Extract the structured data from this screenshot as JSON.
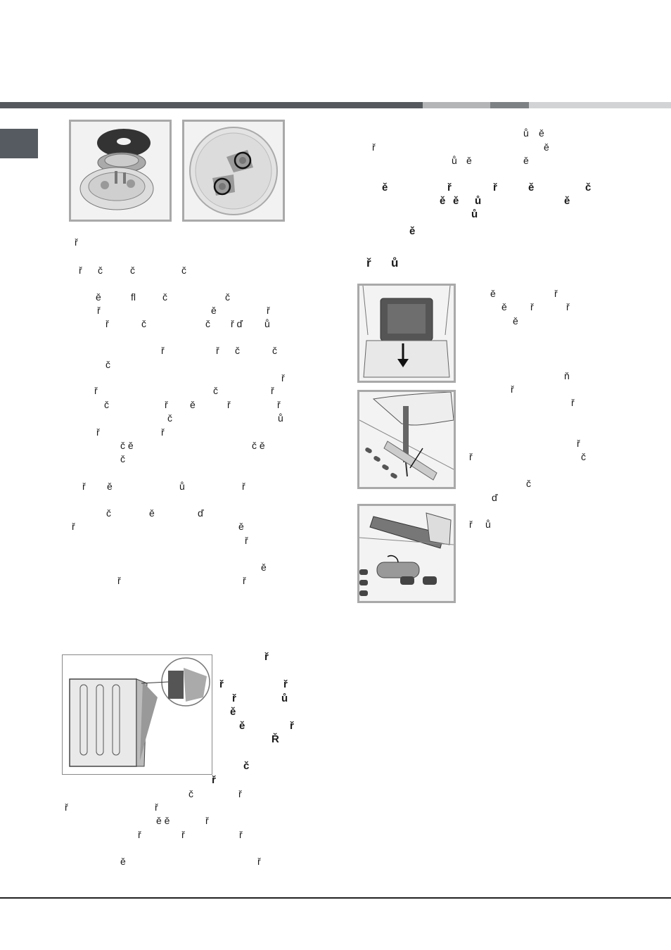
{
  "header_bar_colors": [
    "#55595d",
    "#b3b5b7",
    "#7e8184",
    "#d2d3d4"
  ],
  "tab_color": "#555b60",
  "images": {
    "burner_exploded": "burner-exploded-illustration",
    "burner_cap_top": "burner-cap-top-illustration",
    "oven_side": "oven-side-bracket-illustration",
    "oven_tray": "oven-tray-removal-illustration",
    "oven_screwdriver": "oven-screwdriver-illustration",
    "oven_burner": "oven-burner-adjust-illustration"
  },
  "left_col": {
    "l1": "ř",
    "l2": [
      "ř",
      "č",
      "č",
      "č"
    ],
    "l3": [
      "ě",
      "fl",
      "č",
      "č"
    ],
    "l4": [
      "ř",
      "ě",
      "ř"
    ],
    "l5": [
      "ř",
      "č",
      "č",
      "ř ď",
      "ů"
    ],
    "l6": [
      "ř",
      "ř",
      "č",
      "č"
    ],
    "l7": [
      "č"
    ],
    "l8": [
      "ř"
    ],
    "l9": [
      "ř",
      "č",
      "ř"
    ],
    "l10": [
      "č",
      "ř",
      "ě",
      "ř",
      "ř"
    ],
    "l11": [
      "č",
      "ů"
    ],
    "l12": [
      "ř",
      "ř"
    ],
    "l13": [
      "č ě",
      "č ě"
    ],
    "l14": [
      "č"
    ],
    "l15": [
      "ř",
      "ě",
      "ů",
      "ř"
    ],
    "l16": [
      "č",
      "ě",
      "ď"
    ],
    "l17": [
      "ř",
      "ě"
    ],
    "l18": [
      "ř"
    ],
    "l19": [
      "ě"
    ],
    "l20": [
      "ř",
      "ř"
    ]
  },
  "bold_block": [
    "ř",
    "ř",
    "ř",
    "ř",
    "ů",
    "ě",
    "ě",
    "ř",
    "Ř",
    "č",
    "ř"
  ],
  "left_bottom": {
    "l1": [
      "č",
      "ř"
    ],
    "l2": [
      "ř",
      "ř"
    ],
    "l3": [
      "ě ě",
      "ř"
    ],
    "l4": [
      "ř",
      "ř",
      "ř"
    ],
    "l5": [
      "ě",
      "ř"
    ]
  },
  "right_col": {
    "r1": [
      "ů",
      "ě"
    ],
    "r2": [
      "ř",
      "ě"
    ],
    "r3": [
      "ů",
      "ě",
      "ě"
    ],
    "rb1": [
      "ě",
      "ř",
      "ř",
      "ě",
      "č"
    ],
    "rb2": [
      "ě",
      "ě",
      "ů",
      "ě"
    ],
    "rb3": [
      "ů"
    ],
    "rb4": [
      "ě"
    ],
    "heading": [
      "ř",
      "ů"
    ]
  },
  "side_text": {
    "s1": [
      "ě",
      "ř"
    ],
    "s2": [
      "ě",
      "ř",
      "ř"
    ],
    "s3": [
      "ě"
    ],
    "s4": [
      "ň"
    ],
    "s5": [
      "ř"
    ],
    "s6": [
      "ř"
    ],
    "s7": [
      "ř"
    ],
    "s8": [
      "ř",
      "č"
    ],
    "s9": [
      "č"
    ],
    "s10": [
      "ď"
    ],
    "s11": [
      "ř",
      "ů"
    ]
  }
}
